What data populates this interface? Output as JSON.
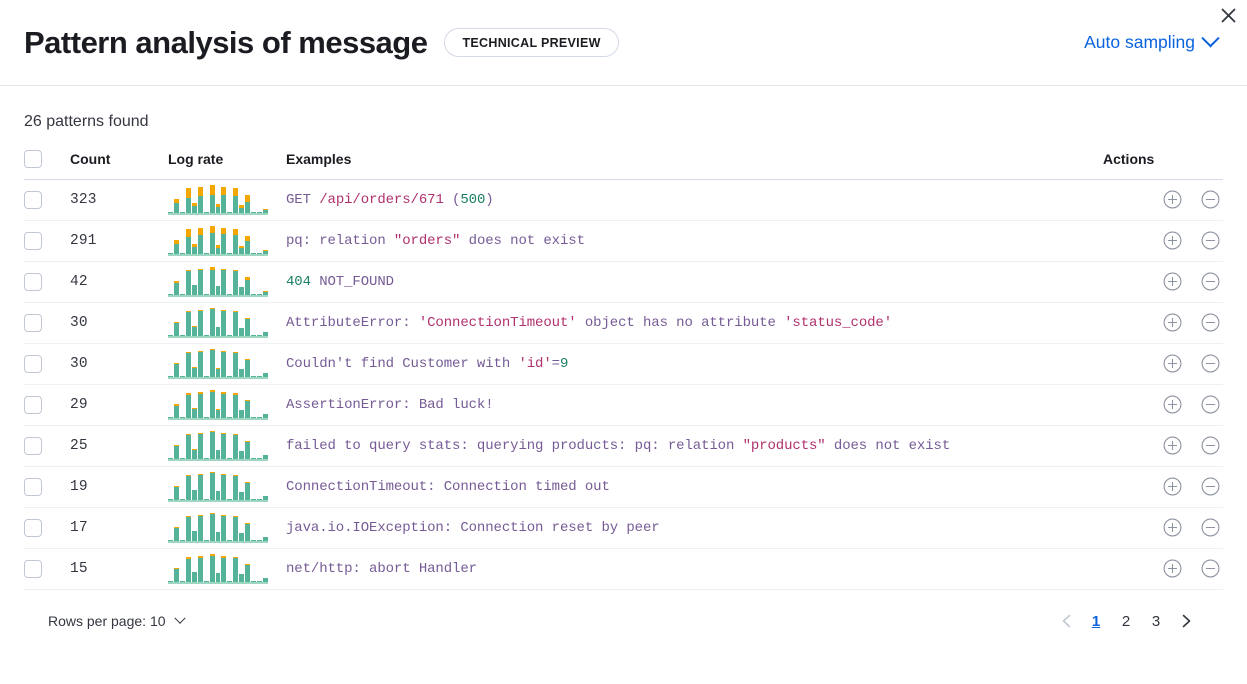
{
  "header": {
    "title": "Pattern analysis of message",
    "badge": "TECHNICAL PREVIEW",
    "sampling_label": "Auto sampling",
    "chevron_icon": "chevron-down-icon",
    "close_icon": "close-icon"
  },
  "summary": {
    "patterns_found": "26 patterns found"
  },
  "table": {
    "columns": {
      "select": "",
      "count": "Count",
      "log_rate": "Log rate",
      "examples": "Examples",
      "actions": "Actions"
    },
    "action_icons": {
      "add": "circle-plus-icon",
      "remove": "circle-minus-icon"
    },
    "rows": [
      {
        "count": "323",
        "checked": false,
        "example_plain": "GET /api/orders/671 (500)",
        "example_tokens": [
          {
            "t": "GET ",
            "c": "plain"
          },
          {
            "t": "/api/orders/671",
            "c": "str"
          },
          {
            "t": " (",
            "c": "plain"
          },
          {
            "t": "500",
            "c": "num"
          },
          {
            "t": ")",
            "c": "plain"
          }
        ],
        "spark": {
          "values": [
            4,
            47,
            5,
            85,
            36,
            90,
            5,
            96,
            30,
            88,
            4,
            86,
            28,
            63,
            4,
            3,
            14
          ],
          "orange_ratio": [
            0,
            0.3,
            0,
            0.38,
            0.32,
            0.33,
            0,
            0.36,
            0.3,
            0.31,
            0,
            0.3,
            0.32,
            0.4,
            0,
            0,
            0.3
          ]
        }
      },
      {
        "count": "291",
        "checked": false,
        "example_plain": "pq: relation \"orders\" does not exist",
        "example_tokens": [
          {
            "t": "pq: relation ",
            "c": "plain"
          },
          {
            "t": "\"orders\"",
            "c": "str"
          },
          {
            "t": " does not exist",
            "c": "plain"
          }
        ],
        "spark": {
          "values": [
            4,
            47,
            5,
            85,
            36,
            90,
            5,
            96,
            30,
            88,
            4,
            86,
            28,
            63,
            4,
            3,
            14
          ],
          "orange_ratio": [
            0,
            0.32,
            0,
            0.3,
            0.3,
            0.28,
            0,
            0.26,
            0.28,
            0.24,
            0,
            0.24,
            0.28,
            0.3,
            0,
            0,
            0.26
          ]
        }
      },
      {
        "count": "42",
        "checked": false,
        "example_plain": "404 NOT_FOUND",
        "example_tokens": [
          {
            "t": "404",
            "c": "num"
          },
          {
            "t": " NOT_FOUND",
            "c": "plain"
          }
        ],
        "spark": {
          "values": [
            4,
            47,
            5,
            85,
            36,
            90,
            5,
            96,
            30,
            88,
            4,
            86,
            28,
            63,
            4,
            3,
            14
          ],
          "orange_ratio": [
            0,
            0.12,
            0,
            0.05,
            0.04,
            0.05,
            0,
            0.12,
            0.05,
            0.04,
            0,
            0.04,
            0.05,
            0.16,
            0,
            0,
            0.14
          ]
        }
      },
      {
        "count": "30",
        "checked": false,
        "example_plain": "AttributeError: 'ConnectionTimeout' object has no attribute 'status_code'",
        "example_tokens": [
          {
            "t": "AttributeError: ",
            "c": "plain"
          },
          {
            "t": "'ConnectionTimeout'",
            "c": "str"
          },
          {
            "t": " object has no attribute ",
            "c": "plain"
          },
          {
            "t": "'status_code'",
            "c": "str"
          }
        ],
        "spark": {
          "values": [
            4,
            47,
            5,
            85,
            36,
            90,
            5,
            96,
            30,
            88,
            4,
            86,
            28,
            63,
            4,
            3,
            14
          ],
          "orange_ratio": [
            0,
            0.06,
            0,
            0.05,
            0.05,
            0.05,
            0,
            0.05,
            0.05,
            0.05,
            0,
            0.05,
            0.05,
            0.06,
            0,
            0,
            0.08
          ]
        }
      },
      {
        "count": "30",
        "checked": false,
        "example_plain": "Couldn't find Customer with 'id'=9",
        "example_tokens": [
          {
            "t": "Couldn't find Customer with ",
            "c": "plain"
          },
          {
            "t": "'id'",
            "c": "str"
          },
          {
            "t": "=",
            "c": "plain"
          },
          {
            "t": "9",
            "c": "num"
          }
        ],
        "spark": {
          "values": [
            4,
            47,
            5,
            85,
            36,
            90,
            5,
            96,
            30,
            88,
            4,
            86,
            28,
            63,
            4,
            3,
            14
          ],
          "orange_ratio": [
            0,
            0.07,
            0,
            0.05,
            0.05,
            0.05,
            0,
            0.05,
            0.06,
            0.05,
            0,
            0.05,
            0.06,
            0.08,
            0,
            0,
            0.06
          ]
        }
      },
      {
        "count": "29",
        "checked": false,
        "example_plain": "AssertionError: Bad luck!",
        "example_tokens": [
          {
            "t": "AssertionError: Bad luck!",
            "c": "plain"
          }
        ],
        "spark": {
          "values": [
            4,
            47,
            5,
            85,
            36,
            90,
            5,
            96,
            30,
            88,
            4,
            86,
            28,
            63,
            4,
            3,
            14
          ],
          "orange_ratio": [
            0,
            0.14,
            0,
            0.08,
            0.06,
            0.07,
            0,
            0.07,
            0.06,
            0.07,
            0,
            0.08,
            0.06,
            0.05,
            0,
            0,
            0.06
          ]
        }
      },
      {
        "count": "25",
        "checked": false,
        "example_plain": "failed to query stats: querying products: pq: relation \"products\" does not exist",
        "example_tokens": [
          {
            "t": "failed to query stats: querying products: pq: relation ",
            "c": "plain"
          },
          {
            "t": "\"products\"",
            "c": "str"
          },
          {
            "t": " does not exist",
            "c": "plain"
          }
        ],
        "spark": {
          "values": [
            4,
            47,
            5,
            85,
            36,
            90,
            5,
            96,
            30,
            88,
            4,
            86,
            28,
            63,
            4,
            3,
            14
          ],
          "orange_ratio": [
            0,
            0.08,
            0,
            0.05,
            0.05,
            0.05,
            0,
            0.05,
            0.05,
            0.05,
            0,
            0.05,
            0.05,
            0.07,
            0,
            0,
            0.05
          ]
        }
      },
      {
        "count": "19",
        "checked": false,
        "example_plain": "ConnectionTimeout: Connection timed out",
        "example_tokens": [
          {
            "t": "ConnectionTimeout: Connection timed out",
            "c": "plain"
          }
        ],
        "spark": {
          "values": [
            4,
            47,
            5,
            85,
            36,
            90,
            5,
            96,
            30,
            88,
            4,
            86,
            28,
            63,
            4,
            3,
            14
          ],
          "orange_ratio": [
            0,
            0.05,
            0,
            0.04,
            0.04,
            0.04,
            0,
            0.04,
            0.04,
            0.04,
            0,
            0.04,
            0.04,
            0.05,
            0,
            0,
            0.04
          ]
        }
      },
      {
        "count": "17",
        "checked": false,
        "example_plain": "java.io.IOException: Connection reset by peer",
        "example_tokens": [
          {
            "t": "java.io.IOException: Connection reset by peer",
            "c": "plain"
          }
        ],
        "spark": {
          "values": [
            4,
            47,
            5,
            85,
            36,
            90,
            5,
            96,
            30,
            88,
            4,
            86,
            28,
            63,
            4,
            3,
            14
          ],
          "orange_ratio": [
            0,
            0.05,
            0,
            0.04,
            0.04,
            0.04,
            0,
            0.04,
            0.04,
            0.04,
            0,
            0.04,
            0.04,
            0.05,
            0,
            0,
            0.04
          ]
        }
      },
      {
        "count": "15",
        "checked": false,
        "example_plain": "net/http: abort Handler",
        "example_tokens": [
          {
            "t": "net/http: abort Handler",
            "c": "plain"
          }
        ],
        "spark": {
          "values": [
            4,
            47,
            5,
            85,
            36,
            90,
            5,
            96,
            30,
            88,
            4,
            86,
            28,
            63,
            4,
            3,
            14
          ],
          "orange_ratio": [
            0,
            0.1,
            0,
            0.06,
            0.04,
            0.06,
            0,
            0.06,
            0.04,
            0.06,
            0,
            0.04,
            0.04,
            0.03,
            0,
            0,
            0.04
          ]
        }
      }
    ]
  },
  "footer": {
    "rows_per_page_label": "Rows per page: 10",
    "rows_per_page_chevron": "chevron-down-icon",
    "pagination": {
      "prev_icon": "chevron-left-icon",
      "next_icon": "chevron-right-icon",
      "pages": [
        "1",
        "2",
        "3"
      ],
      "active_page": "1"
    }
  },
  "colors": {
    "teal": "#54b399",
    "orange": "#f5a700",
    "link_blue": "#0b64dd",
    "text": "#343741",
    "token_plain": "#765b96",
    "token_string": "#b0306d",
    "token_number": "#1a7f64"
  }
}
